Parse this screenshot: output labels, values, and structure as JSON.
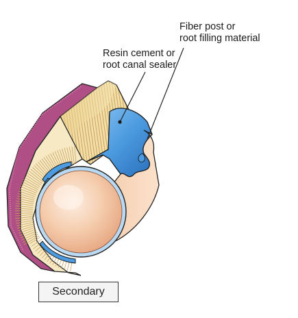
{
  "labels": {
    "fiber_post_line1": "Fiber post or",
    "fiber_post_line2": "root filling material",
    "resin_line1": "Resin cement or",
    "resin_line2": "root canal sealer",
    "caption": "Secondary"
  },
  "colors": {
    "cementum": "#b04f86",
    "dentin_top": "#f3e0a8",
    "dentin_tubule": "#c9a25f",
    "dentin_face": "#f6e9c4",
    "resin_blue": "#4d9be0",
    "resin_blue_dark": "#1f5ea8",
    "post_peach": "#f3c4a3",
    "post_highlight": "#fde7d6",
    "outline": "#222222"
  }
}
